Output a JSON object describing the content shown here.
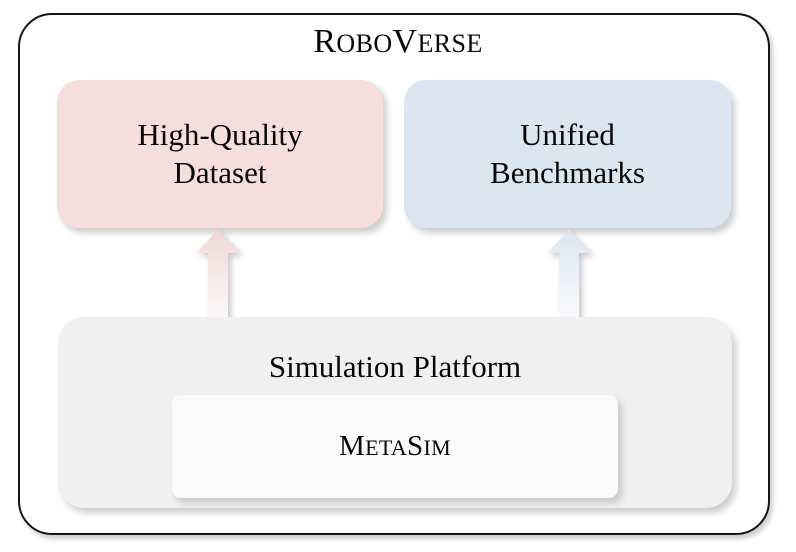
{
  "diagram": {
    "title": {
      "full": "RoboVerse",
      "parts": [
        {
          "text": "R",
          "style": "cap"
        },
        {
          "text": "OBO",
          "style": "smallcap"
        },
        {
          "text": "V",
          "style": "cap"
        },
        {
          "text": "ERSE",
          "style": "smallcap"
        }
      ]
    },
    "top_boxes": [
      {
        "id": "high-quality-dataset",
        "line1": "High-Quality",
        "line2": "Dataset",
        "color": "#F6DEDE"
      },
      {
        "id": "unified-benchmarks",
        "line1": "Unified",
        "line2": "Benchmarks",
        "color": "#DCE6F1"
      }
    ],
    "arrows": [
      {
        "id": "arrow-to-dataset",
        "direction": "up",
        "color": "#F2DBDB"
      },
      {
        "id": "arrow-to-benchmarks",
        "direction": "up",
        "color": "#DCE6F1"
      }
    ],
    "platform": {
      "title": "Simulation Platform",
      "color": "#F0F0F0",
      "inner": {
        "full": "MetaSim",
        "parts": [
          {
            "text": "M",
            "style": "cap"
          },
          {
            "text": "ETA",
            "style": "smallcap"
          },
          {
            "text": "S",
            "style": "cap"
          },
          {
            "text": "IM",
            "style": "smallcap"
          }
        ],
        "color": "#FAFAFA"
      }
    },
    "frame": {
      "border_color": "#151515",
      "background": "#FFFFFF"
    }
  }
}
